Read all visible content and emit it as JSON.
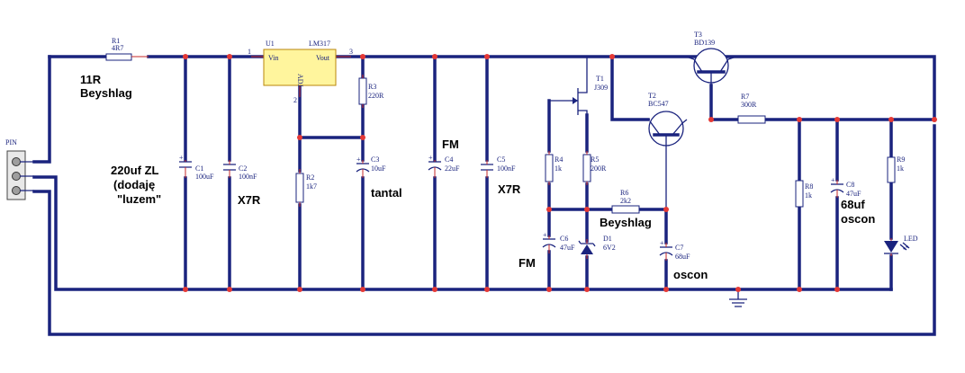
{
  "components": {
    "r1": {
      "ref": "R1",
      "value": "4R7"
    },
    "u1": {
      "ref": "U1",
      "part": "LM317",
      "pin_vin": "Vin",
      "pin_vout": "Vout",
      "pin_adj": "ADJ",
      "pin1": "1",
      "pin2": "2",
      "pin3": "3"
    },
    "r2": {
      "ref": "R2",
      "value": "1k7"
    },
    "r3": {
      "ref": "R3",
      "value": "220R"
    },
    "c1": {
      "ref": "C1",
      "value": "100uF"
    },
    "c2": {
      "ref": "C2",
      "value": "100nF"
    },
    "c3": {
      "ref": "C3",
      "value": "10uF"
    },
    "c4": {
      "ref": "C4",
      "value": "22uF"
    },
    "c5": {
      "ref": "C5",
      "value": "100nF"
    },
    "t1": {
      "ref": "T1",
      "value": "J309"
    },
    "t2": {
      "ref": "T2",
      "value": "BC547"
    },
    "t3": {
      "ref": "T3",
      "value": "BD139"
    },
    "r4": {
      "ref": "R4",
      "value": "1k"
    },
    "r5": {
      "ref": "R5",
      "value": "200R"
    },
    "r6": {
      "ref": "R6",
      "value": "2k2"
    },
    "r7": {
      "ref": "R7",
      "value": "300R"
    },
    "r8": {
      "ref": "R8",
      "value": "1k"
    },
    "r9": {
      "ref": "R9",
      "value": "1k"
    },
    "c6": {
      "ref": "C6",
      "value": "47uF"
    },
    "c7": {
      "ref": "C7",
      "value": "68uF"
    },
    "c8": {
      "ref": "C8",
      "value": "47uF"
    },
    "d1": {
      "ref": "D1",
      "value": "6V2"
    },
    "led": {
      "ref": "LED"
    },
    "pin": {
      "ref": "PIN"
    }
  },
  "annotations": {
    "r1_note_1": "11R",
    "r1_note_2": "Beyshlag",
    "c1_note_1": "220uf ZL",
    "c1_note_2": "(dodaję",
    "c1_note_3": "\"luzem\"",
    "c2_note": "X7R",
    "c3_note": "tantal",
    "c4_note": "FM",
    "c5_note": "X7R",
    "c6_note": "FM",
    "r6_note": "Beyshlag",
    "c7_note": "oscon",
    "c8_note_1": "68uf",
    "c8_note_2": "oscon"
  },
  "colors": {
    "wire": "#1a237e",
    "junction": "#e53935",
    "regulator_fill": "#fff59d"
  }
}
